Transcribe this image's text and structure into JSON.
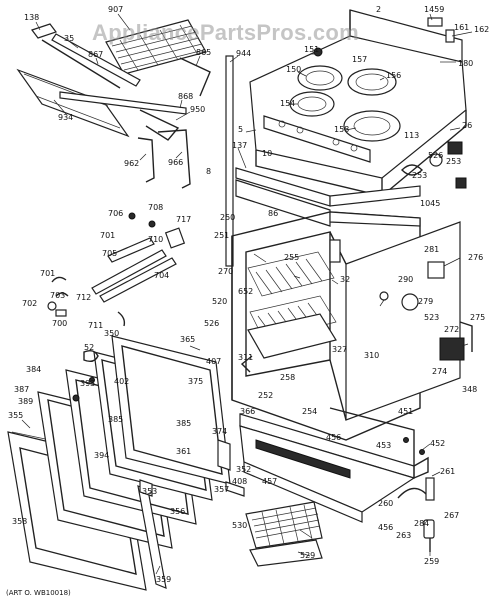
{
  "watermark": "AppliancePartsPros.com",
  "art_number": "(ART O. WB10018)",
  "callouts": {
    "c138": "138",
    "c907": "907",
    "c35": "35",
    "c867": "867",
    "c934": "934",
    "c865": "865",
    "c944": "944",
    "c868": "868",
    "c950": "950",
    "c962": "962",
    "c966": "966",
    "c2": "2",
    "c1459": "1459",
    "c161": "161",
    "c162": "162",
    "c151": "151",
    "c157": "157",
    "c150": "150",
    "c156": "156",
    "c180": "180",
    "c154": "154",
    "c158": "158",
    "c26": "26",
    "c113": "113",
    "c5": "5",
    "c137": "137",
    "c526": "526",
    "c253a": "253",
    "c10": "10",
    "c253b": "253",
    "c8": "8",
    "c1045": "1045",
    "c86": "86",
    "c250": "250",
    "c251": "251",
    "c276": "276",
    "c281": "281",
    "c708": "708",
    "c706": "706",
    "c717": "717",
    "c701": "701",
    "c710": "710",
    "c705": "705",
    "c704": "704",
    "c270": "270",
    "c255": "255",
    "c32": "32",
    "c290": "290",
    "c701b": "701",
    "c703": "703",
    "c702": "702",
    "c712": "712",
    "c700": "700",
    "c711": "711",
    "c520": "520",
    "c652": "652",
    "c526b": "526",
    "c279": "279",
    "c523": "523",
    "c275": "275",
    "c272": "272",
    "c274": "274",
    "c348": "348",
    "c350": "350",
    "c52": "52",
    "c384": "384",
    "c365": "365",
    "c407": "407",
    "c390": "390",
    "c311": "311",
    "c310": "310",
    "c387": "387",
    "c393": "393",
    "c402": "402",
    "c375": "375",
    "c389": "389",
    "c385": "385",
    "c258": "258",
    "c252": "252",
    "c254": "254",
    "c451": "451",
    "c366": "366",
    "c374": "374",
    "c355": "355",
    "c358": "358",
    "c356": "356",
    "c359": "359",
    "c353": "353",
    "c456": "456",
    "c453": "453",
    "c452": "452",
    "c457": "457",
    "c352": "352",
    "c408": "408",
    "c357": "357",
    "c261": "261",
    "c530": "530",
    "c529": "529",
    "c456b": "456",
    "c260": "260",
    "c284": "284",
    "c263": "263",
    "c267": "267",
    "c259": "259",
    "c327": "327",
    "c385b": "385",
    "c394": "394",
    "c361": "361"
  }
}
